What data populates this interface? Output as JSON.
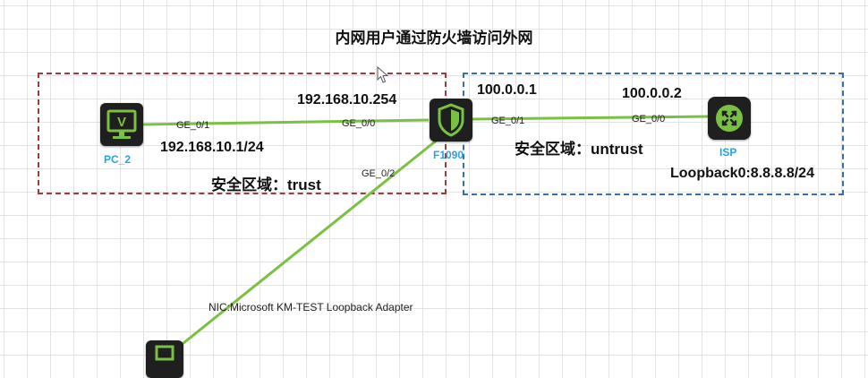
{
  "title": "内网用户通过防火墙访问外网",
  "zones": {
    "trust_label": "安全区域：trust",
    "untrust_label": "安全区域：untrust"
  },
  "devices": {
    "pc": {
      "name": "PC_2",
      "icon": "monitor-icon",
      "ip": "192.168.10.1/24",
      "port": "GE_0/1"
    },
    "firewall": {
      "name": "F1090",
      "icon": "shield-icon",
      "ip_inside": "192.168.10.254",
      "ip_outside": "100.0.0.1",
      "port_inside": "GE_0/0",
      "port_outside": "GE_0/1",
      "port_nic": "GE_0/2"
    },
    "isp": {
      "name": "ISP",
      "icon": "router-icon",
      "ip": "100.0.0.2",
      "port": "GE_0/0",
      "loopback": "Loopback0:8.8.8.8/24"
    },
    "host": {
      "icon": "host-icon",
      "nic": "NIC:Microsoft KM-TEST Loopback Adapter"
    }
  },
  "colors": {
    "link": "#7ac143",
    "trust_border": "#a33a3a",
    "untrust_border": "#3a6ea8",
    "device_label": "#2aa3de"
  }
}
